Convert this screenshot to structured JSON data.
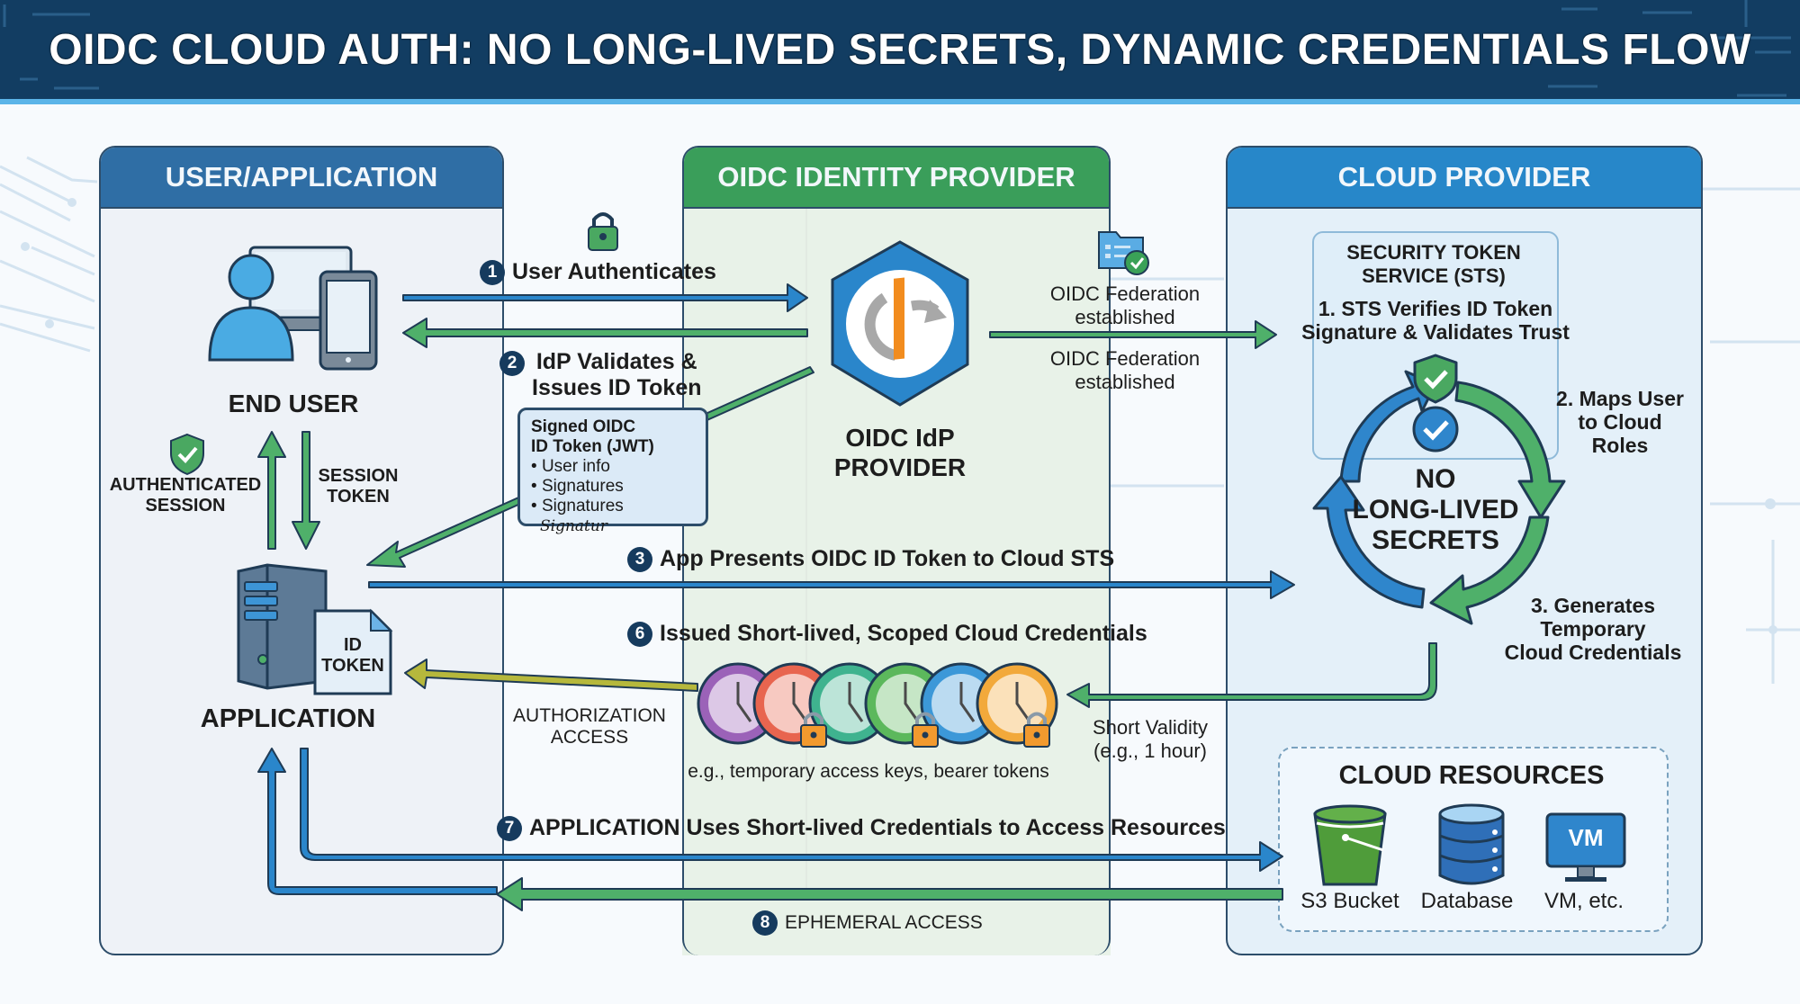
{
  "title": "OIDC CLOUD AUTH: NO LONG-LIVED SECRETS, DYNAMIC CREDENTIALS FLOW",
  "colors": {
    "title_bg": "#123d62",
    "title_accent": "#5bb4e8",
    "user_lane_header": "#2f6ea5",
    "idp_lane_header": "#3a9e5a",
    "cloud_lane_header": "#2787c9",
    "arrow_blue": "#2a86cb",
    "arrow_green": "#4fb06a",
    "arrow_olive": "#b6b83c",
    "badge": "#163b5e"
  },
  "lanes": {
    "user": {
      "header": "USER/APPLICATION",
      "end_user_label": "END USER",
      "authenticated_session_label": [
        "AUTHENTICATED",
        "SESSION"
      ],
      "session_token_label": [
        "SESSION",
        "TOKEN"
      ],
      "application_label": "APPLICATION",
      "id_token_doc_label": [
        "ID",
        "TOKEN"
      ]
    },
    "idp": {
      "header": "OIDC IDENTITY PROVIDER",
      "provider_label": [
        "OIDC IdP",
        "PROVIDER"
      ],
      "federation_label_top": [
        "OIDC Federation",
        "established"
      ],
      "federation_label_bottom": [
        "OIDC Federation",
        "established"
      ]
    },
    "cloud": {
      "header": "CLOUD PROVIDER",
      "sts_title": [
        "SECURITY TOKEN",
        "SERVICE (STS)"
      ],
      "sts_step1": [
        "1. STS Verifies ID Token",
        "Signature & Validates Trust"
      ],
      "sts_step2": [
        "2. Maps User",
        "to Cloud",
        "Roles"
      ],
      "sts_step3": [
        "3. Generates",
        "Temporary",
        "Cloud Credentials"
      ],
      "cycle_center": [
        "NO",
        "LONG-LIVED",
        "SECRETS"
      ],
      "resources": {
        "title": "CLOUD RESOURCES",
        "items": [
          {
            "label": "S3 Bucket",
            "icon": "bucket-icon"
          },
          {
            "label": "Database",
            "icon": "database-icon"
          },
          {
            "label": "VM, etc.",
            "icon": "vm-monitor-icon",
            "screen_text": "VM"
          }
        ]
      }
    }
  },
  "steps": [
    {
      "num": "1",
      "text": "User Authenticates"
    },
    {
      "num": "2",
      "text": [
        "IdP Validates &",
        "Issues ID Token"
      ]
    },
    {
      "num": "3",
      "text": "App Presents OIDC ID Token to Cloud STS"
    },
    {
      "num": "6",
      "text": "Issued Short-lived, Scoped Cloud Credentials"
    },
    {
      "num": "7",
      "text": "APPLICATION Uses Short-lived Credentials to Access Resources"
    },
    {
      "num": "8",
      "text": "EPHEMERAL ACCESS"
    }
  ],
  "jwt_card": {
    "title": [
      "Signed OIDC",
      "ID Token (JWT)"
    ],
    "bullets": [
      "User info",
      "Signatures",
      "Signatures"
    ],
    "signature_script": "Signatur"
  },
  "credentials": {
    "authorization_label": [
      "AUTHORIZATION",
      "ACCESS"
    ],
    "validity_label": [
      "Short Validity",
      "(e.g., 1 hour)"
    ],
    "example_caption": "e.g., temporary access keys, bearer tokens",
    "clock_colors": [
      "#9b62b8",
      "#e8654f",
      "#3fb38f",
      "#5cb85c",
      "#3c98d8",
      "#f2a93b"
    ]
  }
}
